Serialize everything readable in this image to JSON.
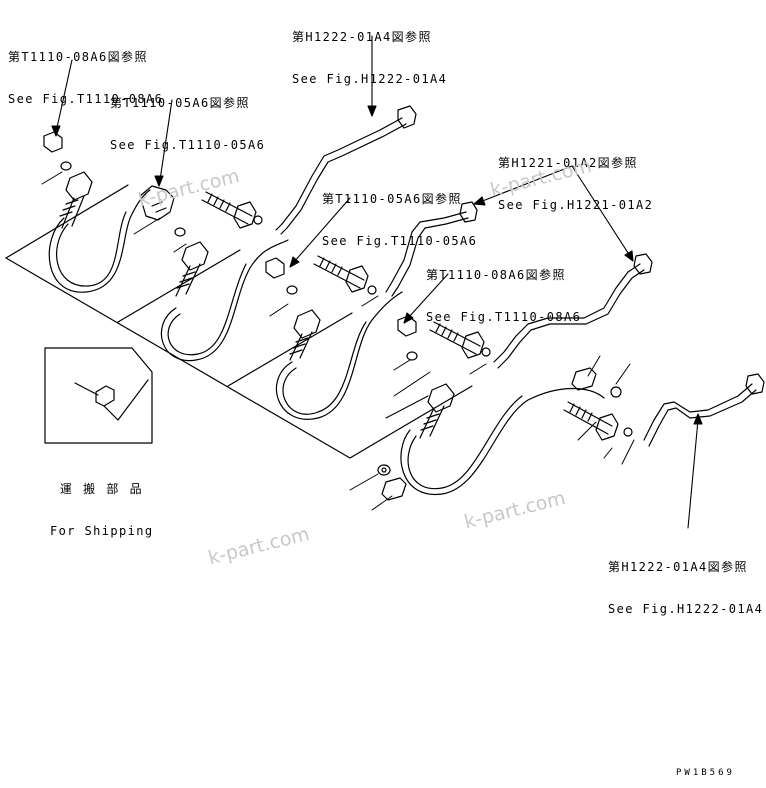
{
  "callouts": [
    {
      "ja": "第T1110-08A6図参照",
      "en": "See Fig.T1110-08A6"
    },
    {
      "ja": "第T1110-05A6図参照",
      "en": "See Fig.T1110-05A6"
    },
    {
      "ja": "第H1222-01A4図参照",
      "en": "See Fig.H1222-01A4"
    },
    {
      "ja": "第H1221-01A2図参照",
      "en": "See Fig.H1221-01A2"
    },
    {
      "ja": "第T1110-05A6図参照",
      "en": "See Fig.T1110-05A6"
    },
    {
      "ja": "第T1110-08A6図参照",
      "en": "See Fig.T1110-08A6"
    },
    {
      "ja": "第H1222-01A4図参照",
      "en": "See Fig.H1222-01A4"
    }
  ],
  "shipping": {
    "ja": "運 搬 部 品",
    "en": "For Shipping"
  },
  "watermark": "k-part.com",
  "drawing_code": "PW1B569"
}
